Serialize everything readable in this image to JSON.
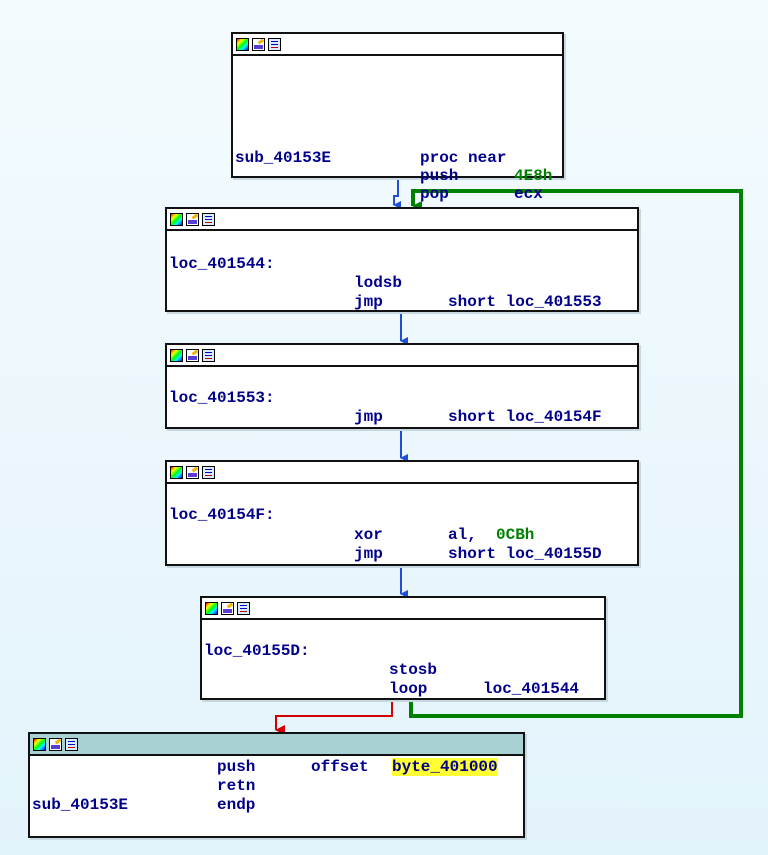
{
  "colors": {
    "text": "#00008b",
    "number": "#008000",
    "highlight_bg": "#ffff33",
    "edge_normal": "#1f4fd6",
    "edge_true": "#008000",
    "edge_false": "#d00000",
    "exit_titlebar": "#a9d0d2"
  },
  "titlebar_icons": [
    "graph-icon",
    "edit-icon",
    "list-icon"
  ],
  "nodes": {
    "n1": {
      "proc_label": "sub_40153E",
      "proc_kw": "proc near",
      "i1_mn": "push",
      "i1_op": "4E8h",
      "i2_mn": "pop",
      "i2_op": "ecx"
    },
    "n2": {
      "label": "loc_401544:",
      "i1_mn": "lodsb",
      "i2_mn": "jmp",
      "i2_op": "short loc_401553"
    },
    "n3": {
      "label": "loc_401553:",
      "i1_mn": "jmp",
      "i1_op": "short loc_40154F"
    },
    "n4": {
      "label": "loc_40154F:",
      "i1_mn": "xor",
      "i1_op_a": "al, ",
      "i1_op_b": "0CBh",
      "i2_mn": "jmp",
      "i2_op": "short loc_40155D"
    },
    "n5": {
      "label": "loc_40155D:",
      "i1_mn": "stosb",
      "i2_mn": "loop",
      "i2_op": "loc_401544"
    },
    "n6": {
      "i1_mn": "push",
      "i1_op_a": "offset ",
      "i1_op_b": "byte_401000",
      "i2_mn": "retn",
      "end_label": "sub_40153E",
      "end_kw": "endp"
    }
  }
}
